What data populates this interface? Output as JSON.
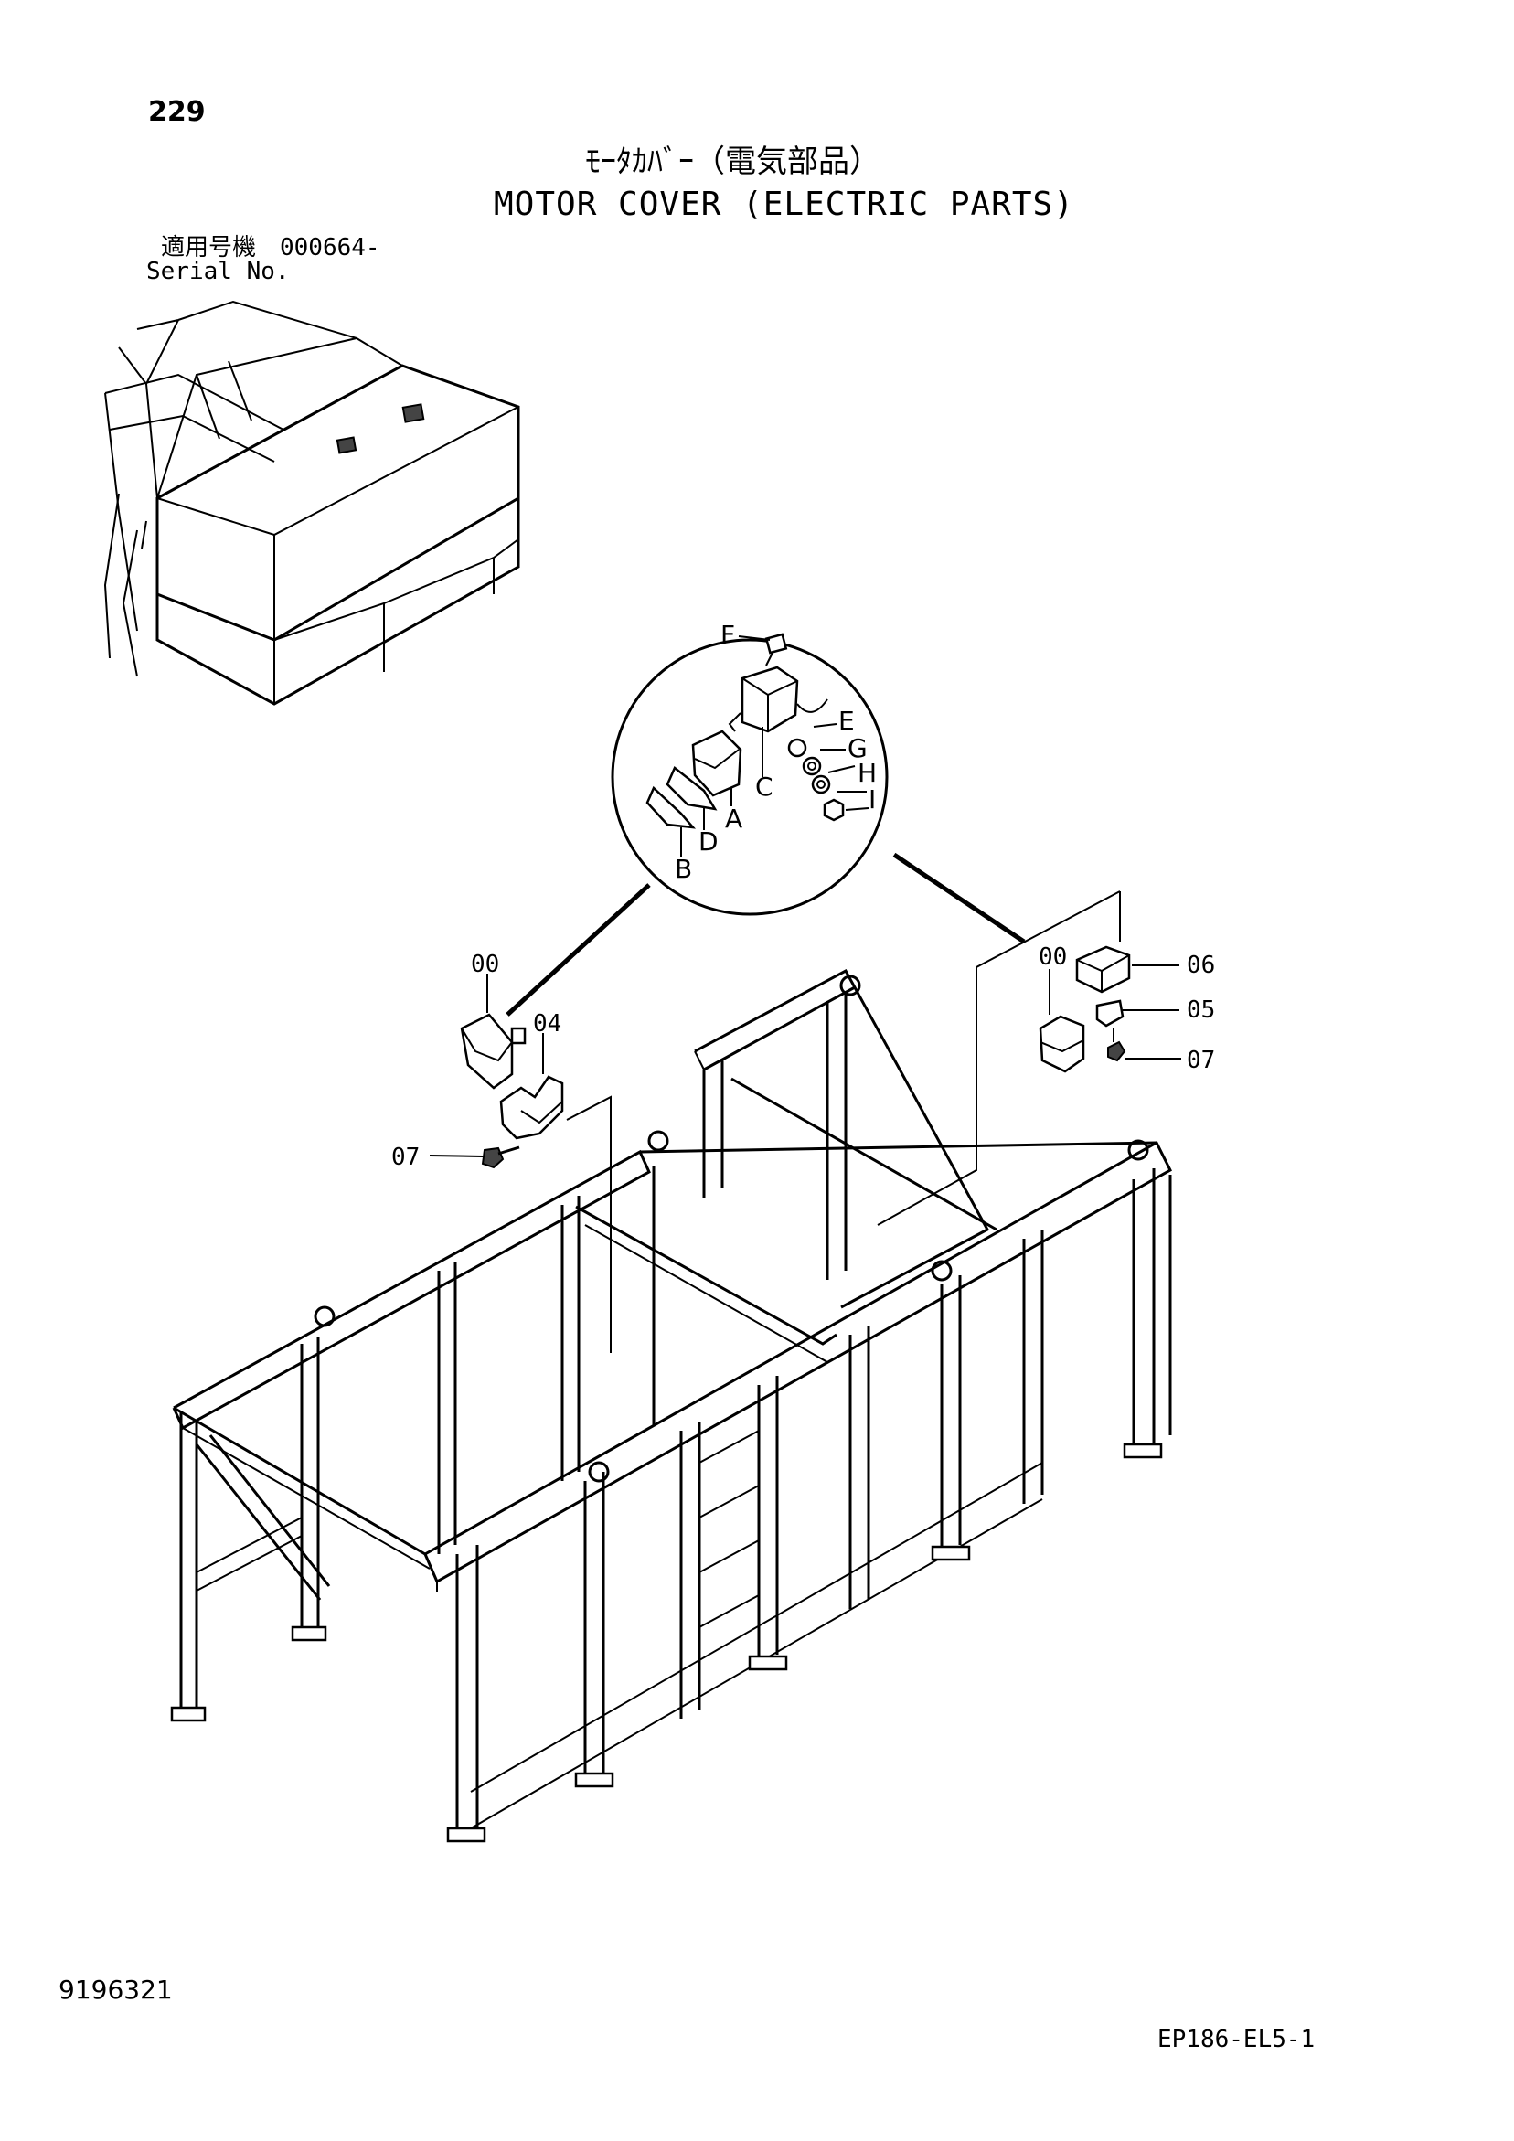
{
  "header": {
    "page_number": "229",
    "title_jp": "ﾓｰﾀｶﾊﾞｰ（電気部品）",
    "title_en": "MOTOR COVER (ELECTRIC PARTS)",
    "serial_label_jp": "適用号機　000664-",
    "serial_label_en": "Serial No."
  },
  "detail_callouts": [
    "F",
    "E",
    "G",
    "H",
    "I",
    "C",
    "A",
    "D",
    "B"
  ],
  "part_callouts": {
    "left_lamp": "00",
    "bracket_left": "04",
    "bolt_left": "07",
    "right_lamp": "00",
    "cover_right": "06",
    "bracket_right": "05",
    "bolt_right": "07"
  },
  "footer": {
    "doc_id": "9196321",
    "drawing_code": "EP186-EL5-1"
  }
}
